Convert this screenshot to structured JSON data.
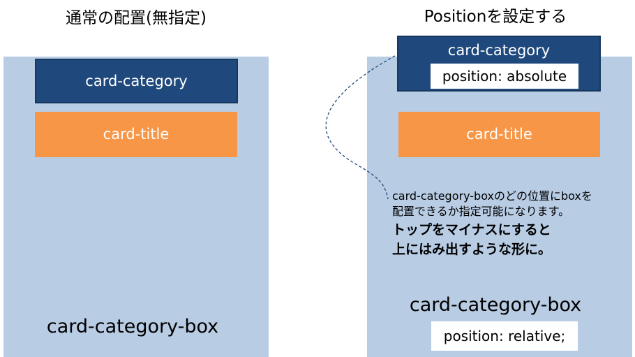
{
  "left": {
    "heading": "通常の配置(無指定)",
    "category_label": "card-category",
    "title_label": "card-title",
    "box_label": "card-category-box"
  },
  "right": {
    "heading": "Positionを設定する",
    "category_label": "card-category",
    "category_position": "position: absolute",
    "title_label": "card-title",
    "box_label": "card-category-box",
    "box_position": "position: relative;"
  },
  "annotation": {
    "line1": "card-category-boxのどの位置にboxを",
    "line2": "配置できるか指定可能になります。",
    "line3": "トップをマイナスにすると",
    "line4": "上にはみ出すような形に。"
  },
  "colors": {
    "container": "#b8cce4",
    "category": "#1f497d",
    "title": "#f79646",
    "label_bg": "#ffffff",
    "connector": "#1f497d"
  }
}
